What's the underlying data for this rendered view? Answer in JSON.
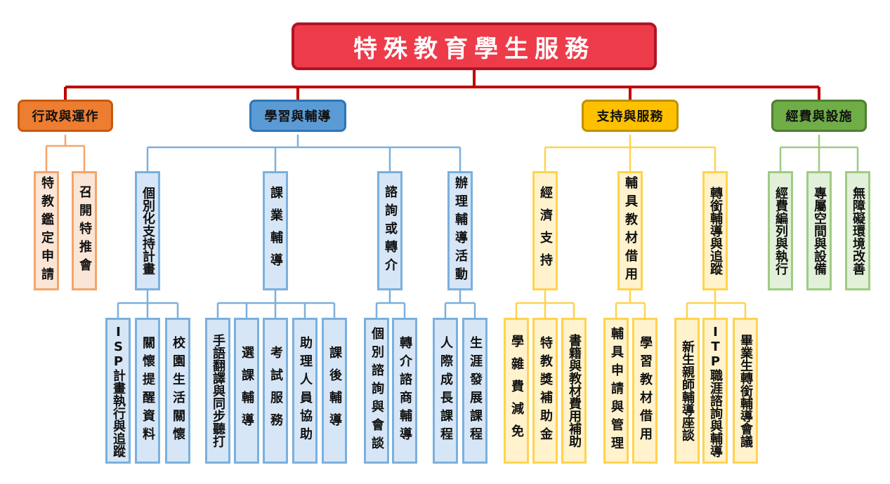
{
  "title": "特殊教育學生服務",
  "categories": [
    {
      "label": "行政與運作",
      "items": [
        "特教鑑定申請",
        "召開特推會"
      ]
    },
    {
      "label": "學習與輔導",
      "groups": [
        {
          "label": "個別化支持計畫",
          "items": [
            "ISP計畫執行與追蹤",
            "關懷提醒資料",
            "校園生活關懷"
          ]
        },
        {
          "label": "課業輔導",
          "items": [
            "手語翻譯與同步聽打",
            "選課輔導",
            "考試服務",
            "助理人員協助",
            "課後輔導"
          ]
        },
        {
          "label": "諮詢或轉介",
          "items": [
            "個別諮詢與會談",
            "轉介諮商輔導"
          ]
        },
        {
          "label": "辦理輔導活動",
          "items": [
            "人際成長課程",
            "生涯發展課程"
          ]
        }
      ]
    },
    {
      "label": "支持與服務",
      "groups": [
        {
          "label": "經濟支持",
          "items": [
            "學雜費減免",
            "特教獎補助金",
            "書籍與教材費用補助"
          ]
        },
        {
          "label": "輔具教材借用",
          "items": [
            "輔具申請與管理",
            "學習教材借用"
          ]
        },
        {
          "label": "轉銜輔導與追蹤",
          "items": [
            "新生親師輔導座談",
            "ITP職涯諮詢與輔導",
            "畢業生轉銜輔導會議"
          ]
        }
      ]
    },
    {
      "label": "經費與設施",
      "items": [
        "經費編列與執行",
        "專屬空間與設備",
        "無障礙環境改善"
      ]
    }
  ],
  "colors": {
    "root": "#ee3b4a",
    "trunk": "#c00000",
    "orange": "#ed7d31",
    "blue": "#5b9bd5",
    "yellow": "#ffc000",
    "green": "#70ad47"
  }
}
